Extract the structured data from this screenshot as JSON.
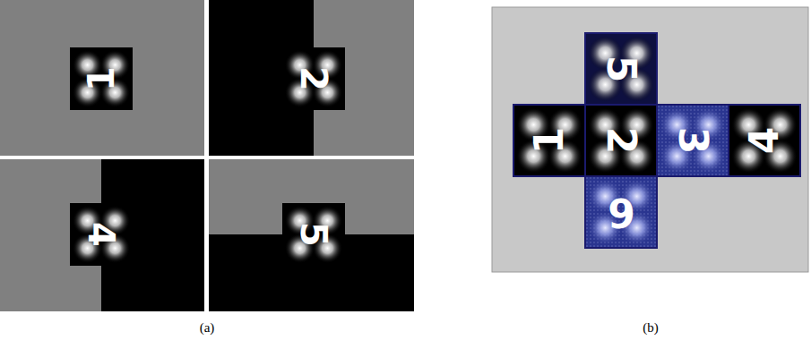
{
  "diagram": {
    "nodes": [
      {
        "text": [
          "1"
        ]
      },
      {
        "text": [
          "2"
        ]
      },
      {
        "text": [
          "4"
        ]
      },
      {
        "text": [
          "5"
        ]
      },
      {
        "text": [
          "5"
        ]
      },
      {
        "text": [
          "1"
        ]
      },
      {
        "text": [
          "2"
        ]
      },
      {
        "text": [
          "3"
        ]
      },
      {
        "text": [
          "4"
        ]
      },
      {
        "text": [
          "6"
        ]
      }
    ],
    "labels": [
      "(a)",
      "(b)"
    ]
  }
}
